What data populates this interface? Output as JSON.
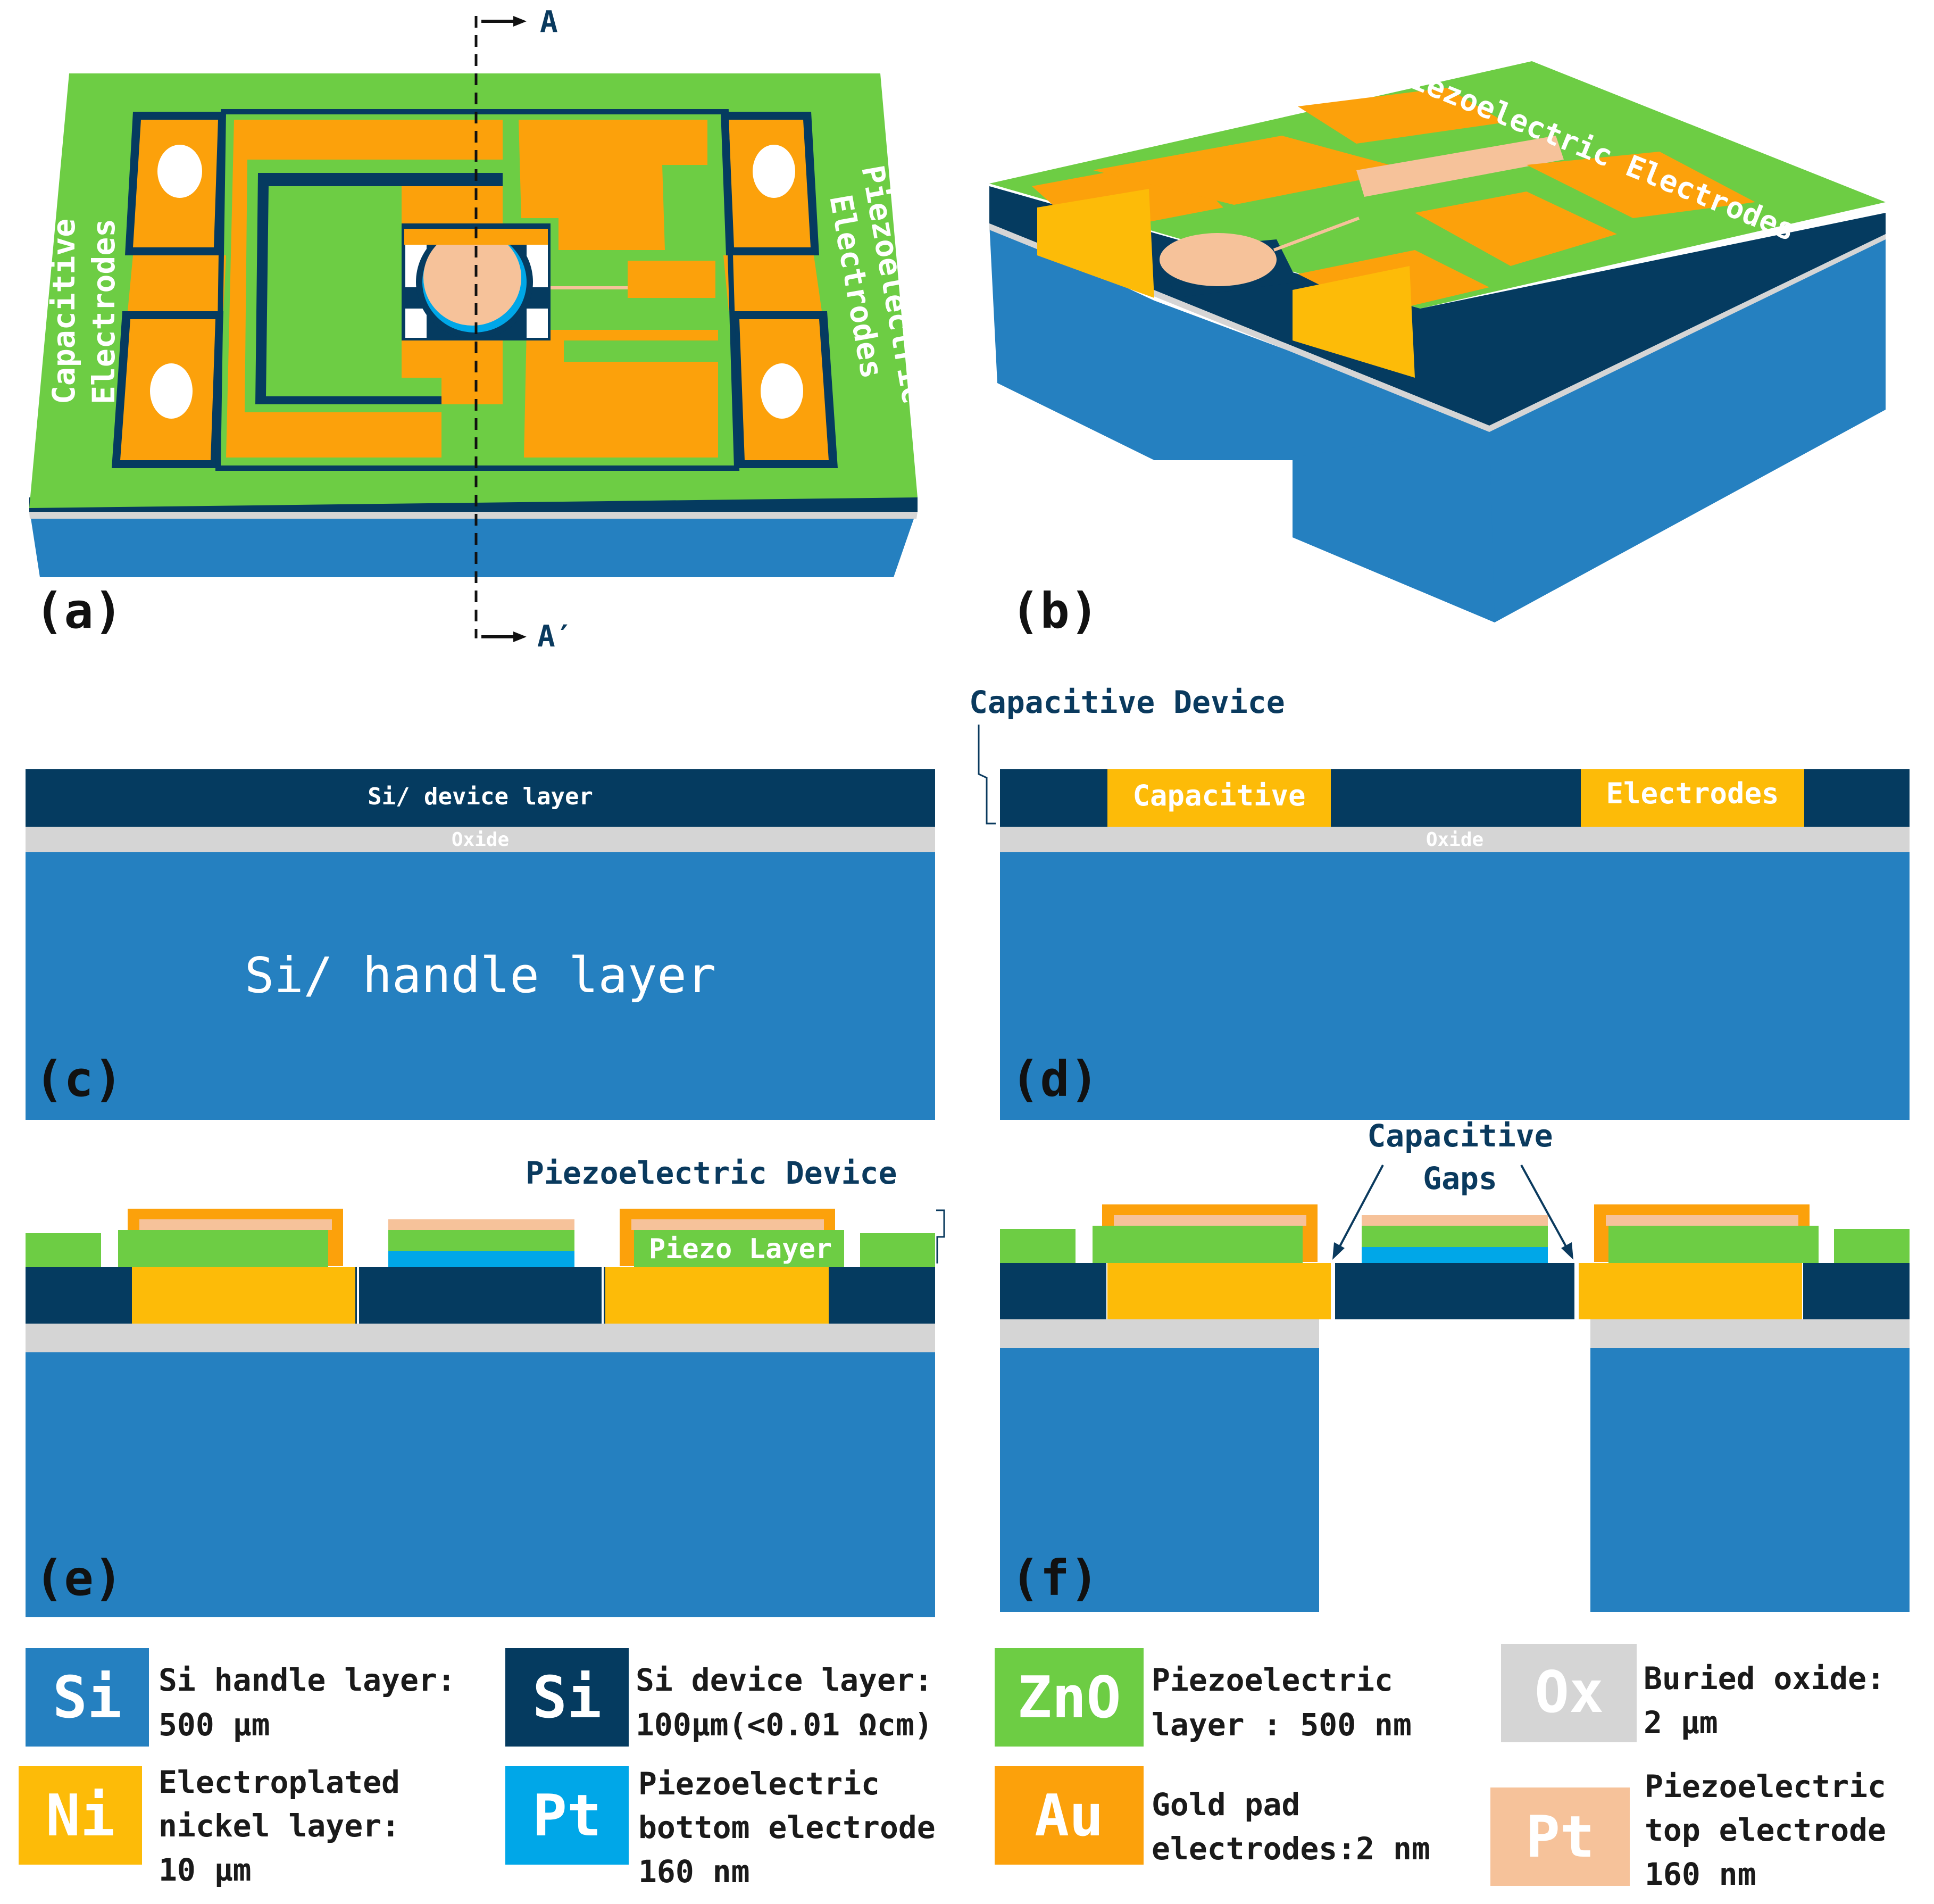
{
  "colors": {
    "si_handle": "#2580c0",
    "si_device": "#053b60",
    "zno": "#6dcd44",
    "oxide": "#d5d5d5",
    "nickel": "#fdbb08",
    "pt_bottom": "#00a7e8",
    "gold": "#fca10b",
    "pt_top": "#f6c29a",
    "label_blue": "#0a3a5e",
    "panel_label": "#111111"
  },
  "panels": {
    "a": {
      "label": "(a)",
      "side_left": [
        "Capacitive",
        "Electrodes"
      ],
      "side_right": [
        "Piezoelectric",
        "Electrodes"
      ],
      "section_top": "A",
      "section_bottom": "A′"
    },
    "b": {
      "label": "(b)",
      "top_text": "Piezoelectric Electrodes"
    },
    "c": {
      "label": "(c)",
      "device_layer": "Si/ device layer",
      "oxide": "Oxide",
      "handle_layer": "Si/ handle layer"
    },
    "d": {
      "label": "(d)",
      "title": "Capacitive Device",
      "elec_left": "Capacitive",
      "elec_right": "Electrodes",
      "oxide": "Oxide"
    },
    "e": {
      "label": "(e)",
      "title": "Piezoelectric Device",
      "piezo_layer": "Piezo Layer"
    },
    "f": {
      "label": "(f)",
      "title_line1": "Capacitive",
      "title_line2": "Gaps"
    }
  },
  "legend": [
    {
      "symbol": "Si",
      "color": "#2580c0",
      "lines": [
        "Si handle layer:",
        "500 µm"
      ]
    },
    {
      "symbol": "Si",
      "color": "#053b60",
      "lines": [
        "Si device layer:",
        "100µm(<0.01 Ωcm)"
      ]
    },
    {
      "symbol": "ZnO",
      "color": "#6dcd44",
      "lines": [
        "Piezoelectric",
        "layer : 500 nm"
      ]
    },
    {
      "symbol": "Ox",
      "color": "#d5d5d5",
      "lines": [
        "Buried oxide:",
        "2 µm"
      ]
    },
    {
      "symbol": "Ni",
      "color": "#fdbb08",
      "lines": [
        "Electroplated",
        "nickel layer:",
        "10 µm"
      ]
    },
    {
      "symbol": "Pt",
      "color": "#00a7e8",
      "lines": [
        "Piezoelectric",
        "bottom electrode",
        "160 nm"
      ]
    },
    {
      "symbol": "Au",
      "color": "#fca10b",
      "lines": [
        "Gold pad",
        "electrodes:2 nm"
      ]
    },
    {
      "symbol": "Pt",
      "color": "#f6c29a",
      "lines": [
        "Piezoelectric",
        "top electrode",
        "160 nm"
      ]
    }
  ]
}
